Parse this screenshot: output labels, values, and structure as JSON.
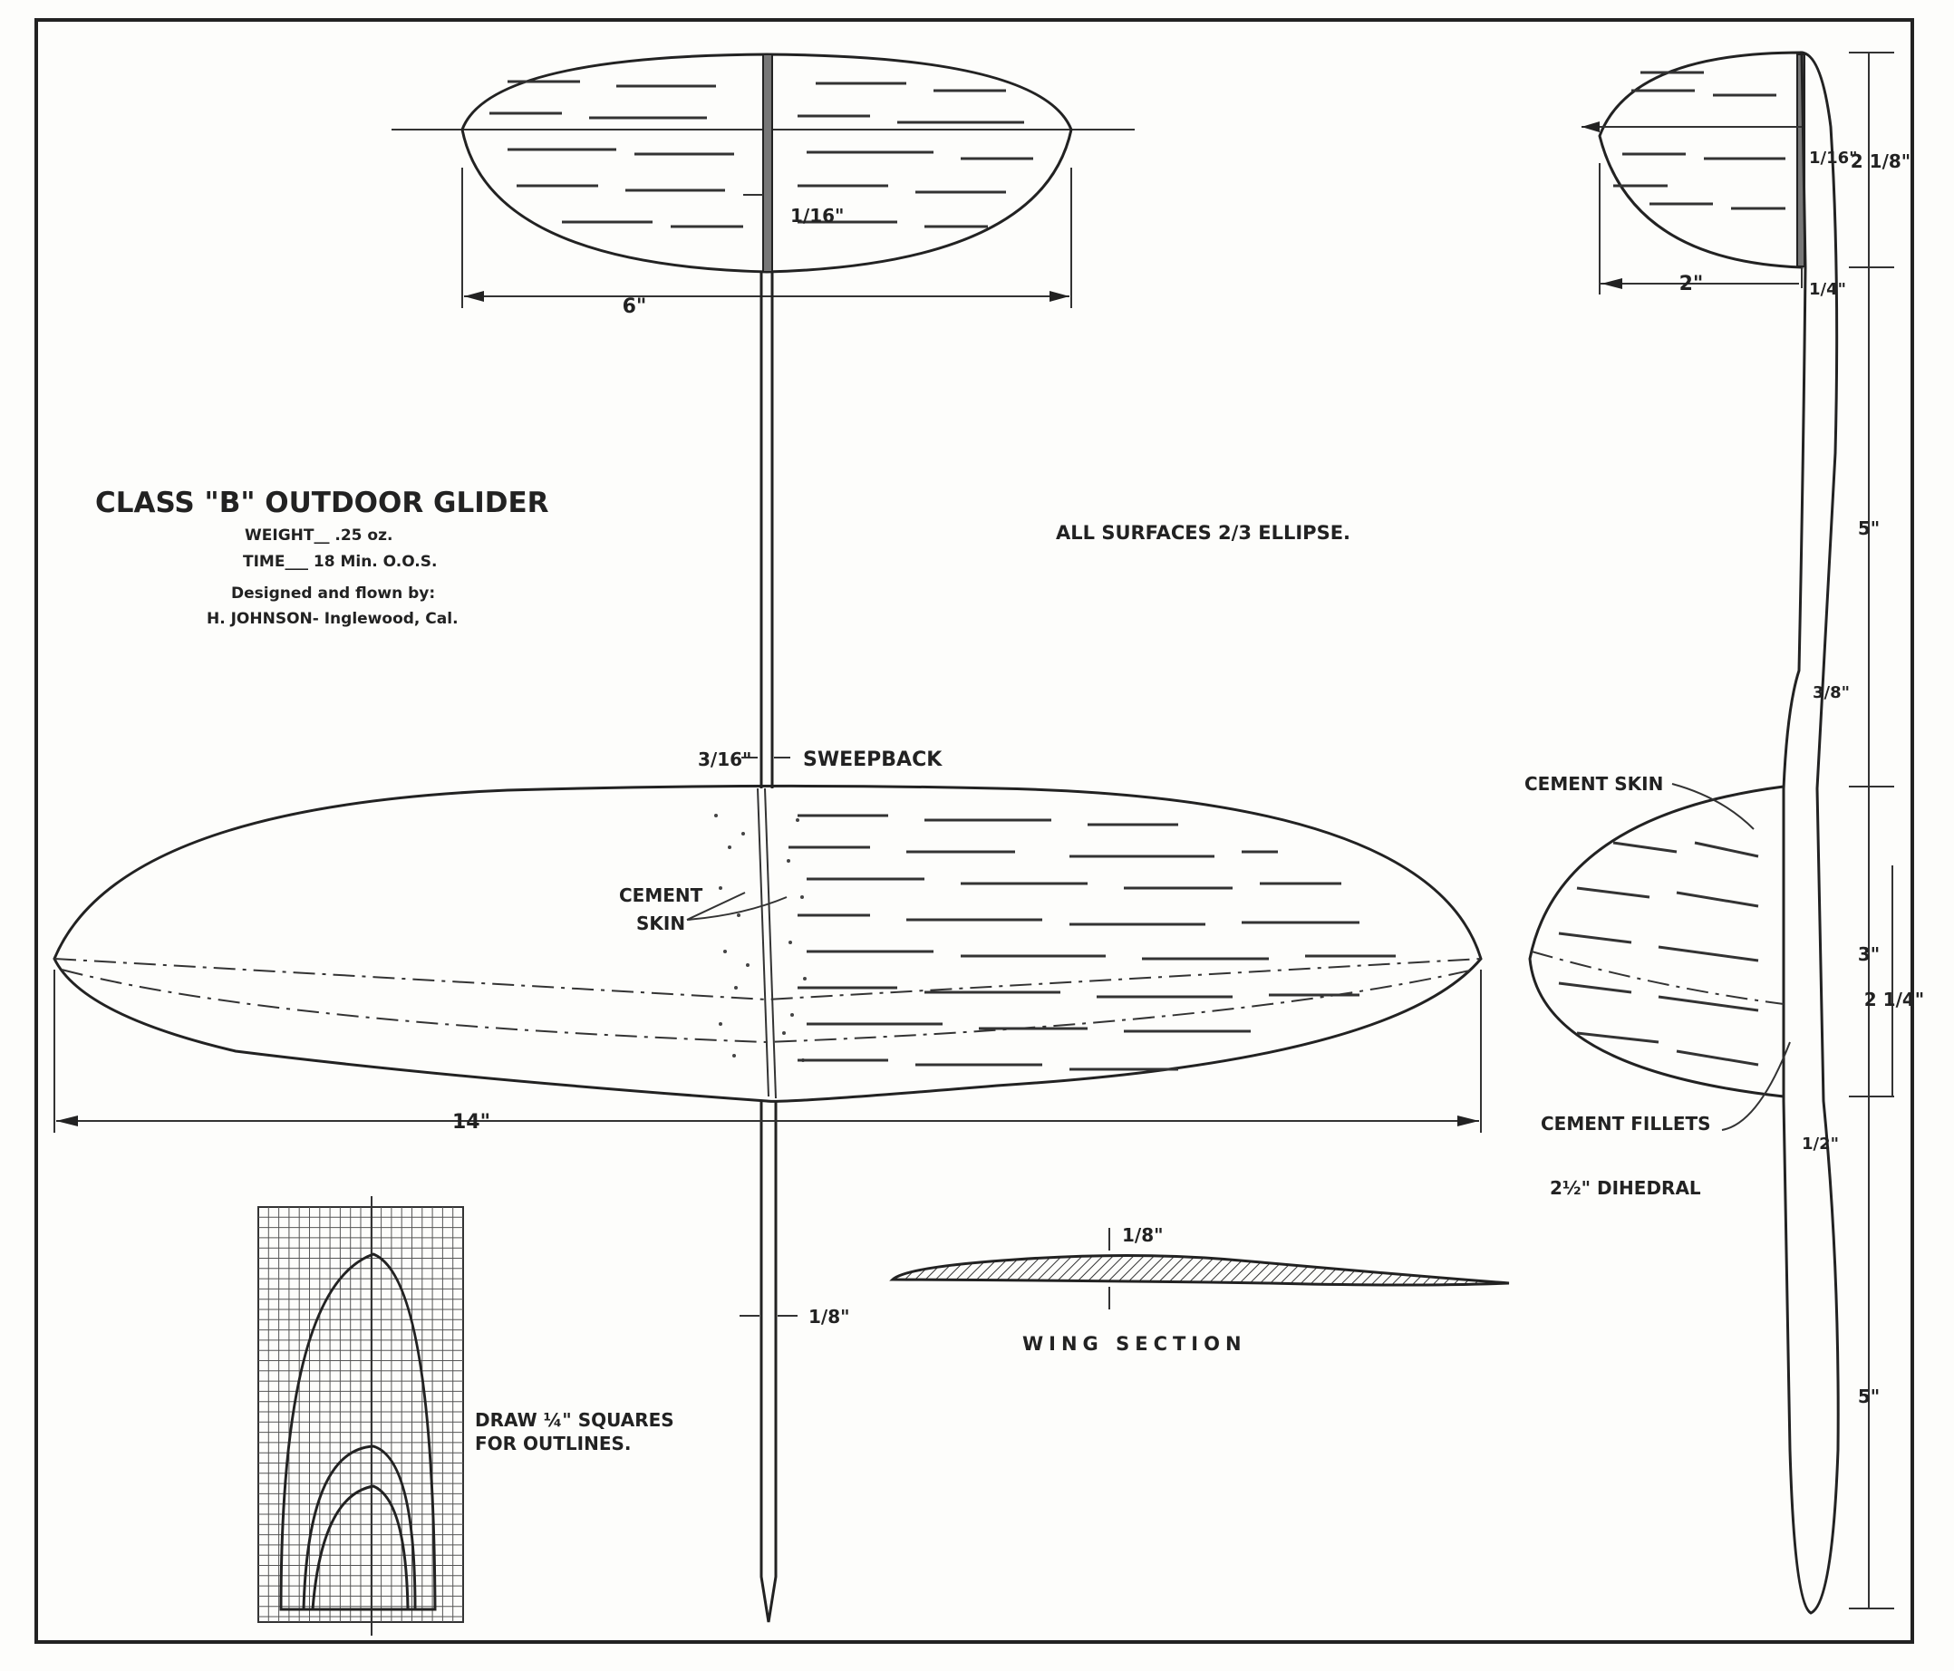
{
  "title_block": {
    "title": "CLASS \"B\" OUTDOOR GLIDER",
    "weight": "WEIGHT__ .25 oz.",
    "time": "TIME___ 18 Min. O.O.S.",
    "designer_line": "Designed and flown by:",
    "designer": "H. JOHNSON- Inglewood, Cal."
  },
  "notes": {
    "surfaces": "ALL SURFACES 2/3 ELLIPSE.",
    "sweepback": "SWEEPBACK",
    "cement_skin_center": "CEMENT SKIN",
    "cement_skin_side": "CEMENT SKIN",
    "cement_fillets": "CEMENT FILLETS",
    "dihedral": "2½\" DIHEDRAL",
    "wing_section": "WING SECTION",
    "draw_squares_1": "DRAW ¼\" SQUARES",
    "draw_squares_2": "FOR OUTLINES."
  },
  "dimensions": {
    "stab_span": "6\"",
    "stab_spar": "1/16\"",
    "wing_span": "14\"",
    "sweepback": "3/16\"",
    "boom_width": "1/8\"",
    "section_thickness": "1/8\"",
    "fin_chord": "2\"",
    "fin_spar": "1/16\"",
    "fin_height": "2 1/8\"",
    "boom_quarter": "1/4\"",
    "nose_upper": "5\"",
    "boom_three_eighths": "3/8\"",
    "wing_root": "3\"",
    "wing_inner": "2 1/4\"",
    "boom_half": "1/2\"",
    "tail_length": "5\""
  }
}
